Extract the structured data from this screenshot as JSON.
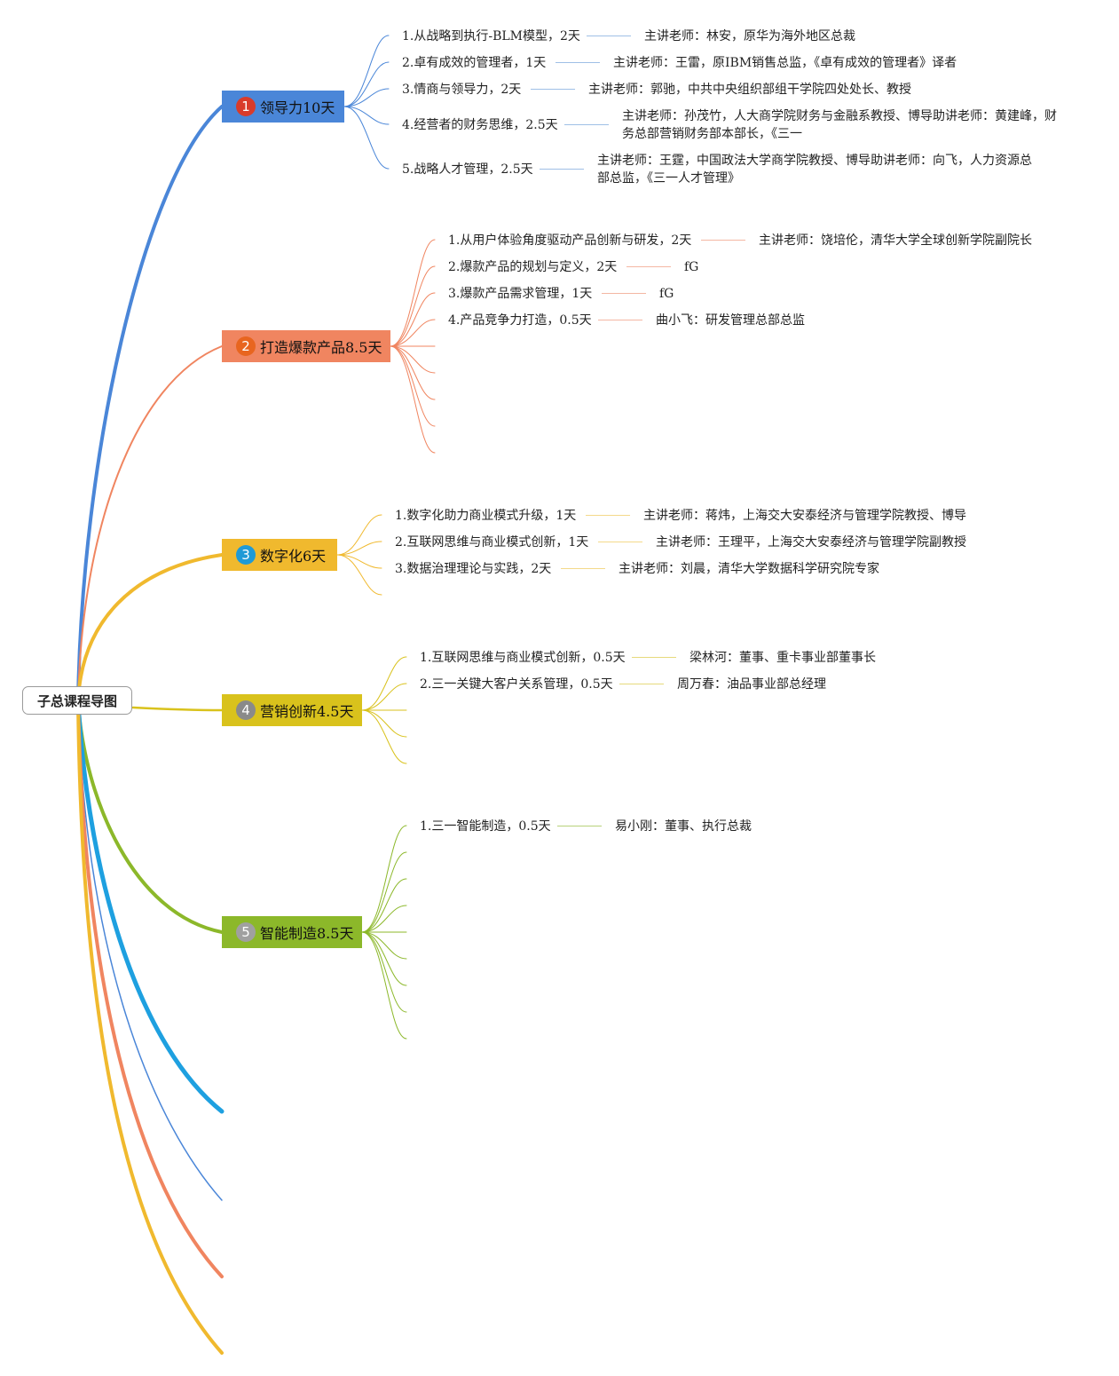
{
  "root": {
    "label": "子总课程导图"
  },
  "branches": [
    {
      "label": "领导力10天",
      "badge": "1",
      "color": "#4a86d8",
      "badge_color": "#d93b2b",
      "topics": [
        {
          "text": "1.从战略到执行-BLM模型，2天",
          "note": "主讲老师：林安，原华为海外地区总裁"
        },
        {
          "text": "2.卓有成效的管理者，1天",
          "note": "主讲老师：王雷，原IBM销售总监，《卓有成效的管理者》译者"
        },
        {
          "text": "3.情商与领导力，2天",
          "note": "主讲老师：郭驰，中共中央组织部组干学院四处处长、教授"
        },
        {
          "text": "4.经营者的财务思维，2.5天",
          "note": "主讲老师：孙茂竹，人大商学院财务与金融系教授、博导助讲老师：黄建峰，财务总部营销财务部本部长，《三一"
        },
        {
          "text": "5.战略人才管理，2.5天",
          "note": "主讲老师：王霆，中国政法大学商学院教授、博导助讲老师：向飞，人力资源总部总监，《三一人才管理》"
        }
      ]
    },
    {
      "label": "打造爆款产品8.5天",
      "badge": "2",
      "color": "#f08560",
      "badge_color": "#e8651f",
      "topics": [
        {
          "text": "1.从用户体验角度驱动产品创新与研发，2天",
          "note": "主讲老师：饶培伦，清华大学全球创新学院副院长"
        },
        {
          "text": "2.爆款产品的规划与定义，2天",
          "note": "fG"
        },
        {
          "text": "3.爆款产品需求管理，1天",
          "note": "fG"
        },
        {
          "text": "4.产品竞争力打造，0.5天",
          "note": "曲小飞：研发管理总部总监"
        }
      ]
    },
    {
      "label": "数字化6天",
      "badge": "3",
      "color": "#f0b92e",
      "badge_color": "#1f9ad6",
      "topics": [
        {
          "text": "1.数字化助力商业模式升级，1天",
          "note": "主讲老师：蒋炜，上海交大安泰经济与管理学院教授、博导"
        },
        {
          "text": "2.互联网思维与商业模式创新，1天",
          "note": "主讲老师：王理平，上海交大安泰经济与管理学院副教授"
        },
        {
          "text": "3.数据治理理论与实践，2天",
          "note": "主讲老师：刘晨，清华大学数据科学研究院专家"
        }
      ]
    },
    {
      "label": "营销创新4.5天",
      "badge": "4",
      "color": "#d9c21c",
      "badge_color": "#8a8a8a",
      "topics": [
        {
          "text": "1.互联网思维与商业模式创新，0.5天",
          "note": "梁林河：董事、重卡事业部董事长"
        },
        {
          "text": "2.三一关键大客户关系管理，0.5天",
          "note": "周万春：油品事业部总经理"
        }
      ]
    },
    {
      "label": "智能制造8.5天",
      "badge": "5",
      "color": "#8cb82a",
      "badge_color": "#a0a0a0",
      "topics": [
        {
          "text": "1.三一智能制造，0.5天",
          "note": "易小刚：董事、执行总裁"
        }
      ]
    }
  ],
  "colors": {
    "extra_blue_bold": "#1ea0e0"
  }
}
